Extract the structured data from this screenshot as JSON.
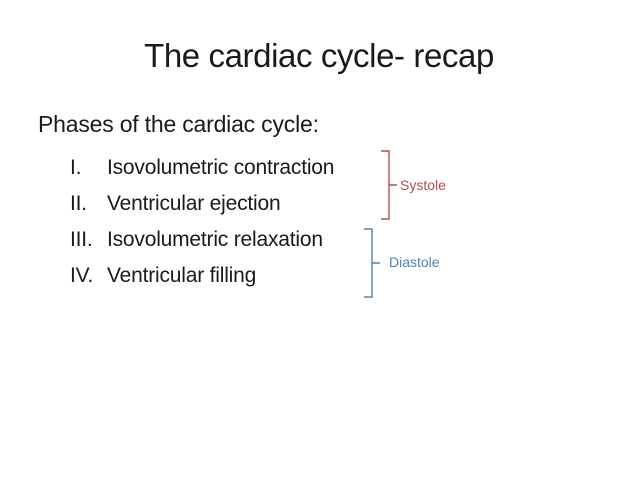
{
  "title": "The cardiac cycle- recap",
  "content": {
    "heading": "Phases of the cardiac cycle:",
    "list": [
      {
        "numeral": "I.",
        "text": "Isovolumetric contraction"
      },
      {
        "numeral": "II.",
        "text": "Ventricular ejection"
      },
      {
        "numeral": "III.",
        "text": "Isovolumetric relaxation"
      },
      {
        "numeral": "IV.",
        "text": "Ventricular filling"
      }
    ]
  },
  "annotations": {
    "systole": {
      "label": "Systole",
      "color": "#b0504e"
    },
    "diastole": {
      "label": "Diastole",
      "color": "#4f81bd"
    }
  },
  "colors": {
    "background": "#ffffff",
    "text": "#1a1a1a"
  }
}
